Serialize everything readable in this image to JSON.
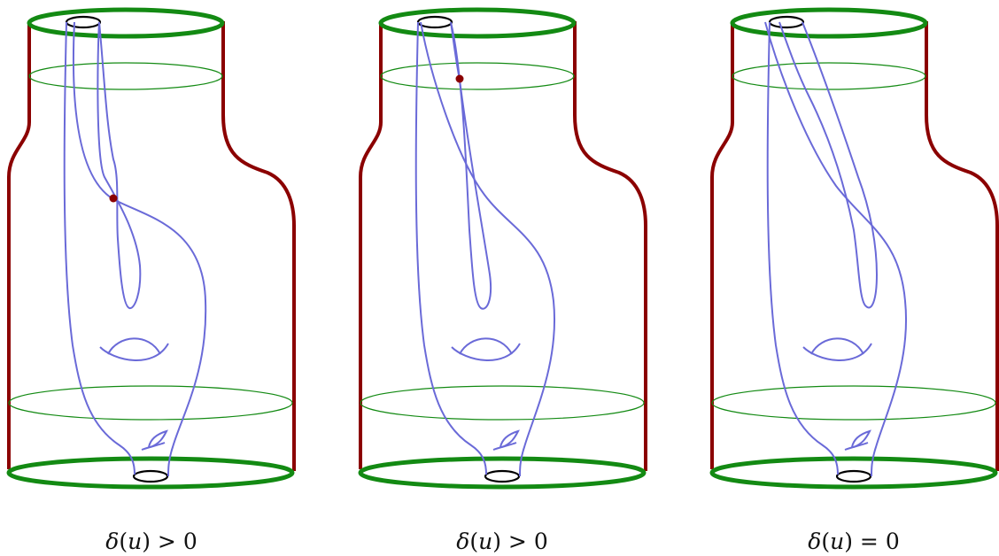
{
  "panels": [
    {
      "id": "left",
      "caption": {
        "delta": "δ",
        "open": "(",
        "var": "u",
        "rest": ") > 0"
      }
    },
    {
      "id": "middle",
      "caption": {
        "delta": "δ",
        "open": "(",
        "var": "u",
        "rest": ") > 0"
      }
    },
    {
      "id": "right",
      "caption": {
        "delta": "δ",
        "open": "(",
        "var": "u",
        "rest": ") = 0"
      }
    }
  ],
  "colors": {
    "outline": "#8b0000",
    "boundary": "#138a13",
    "curve": "#6a6ad8",
    "point": "#8b0000",
    "hole": "#000000"
  }
}
